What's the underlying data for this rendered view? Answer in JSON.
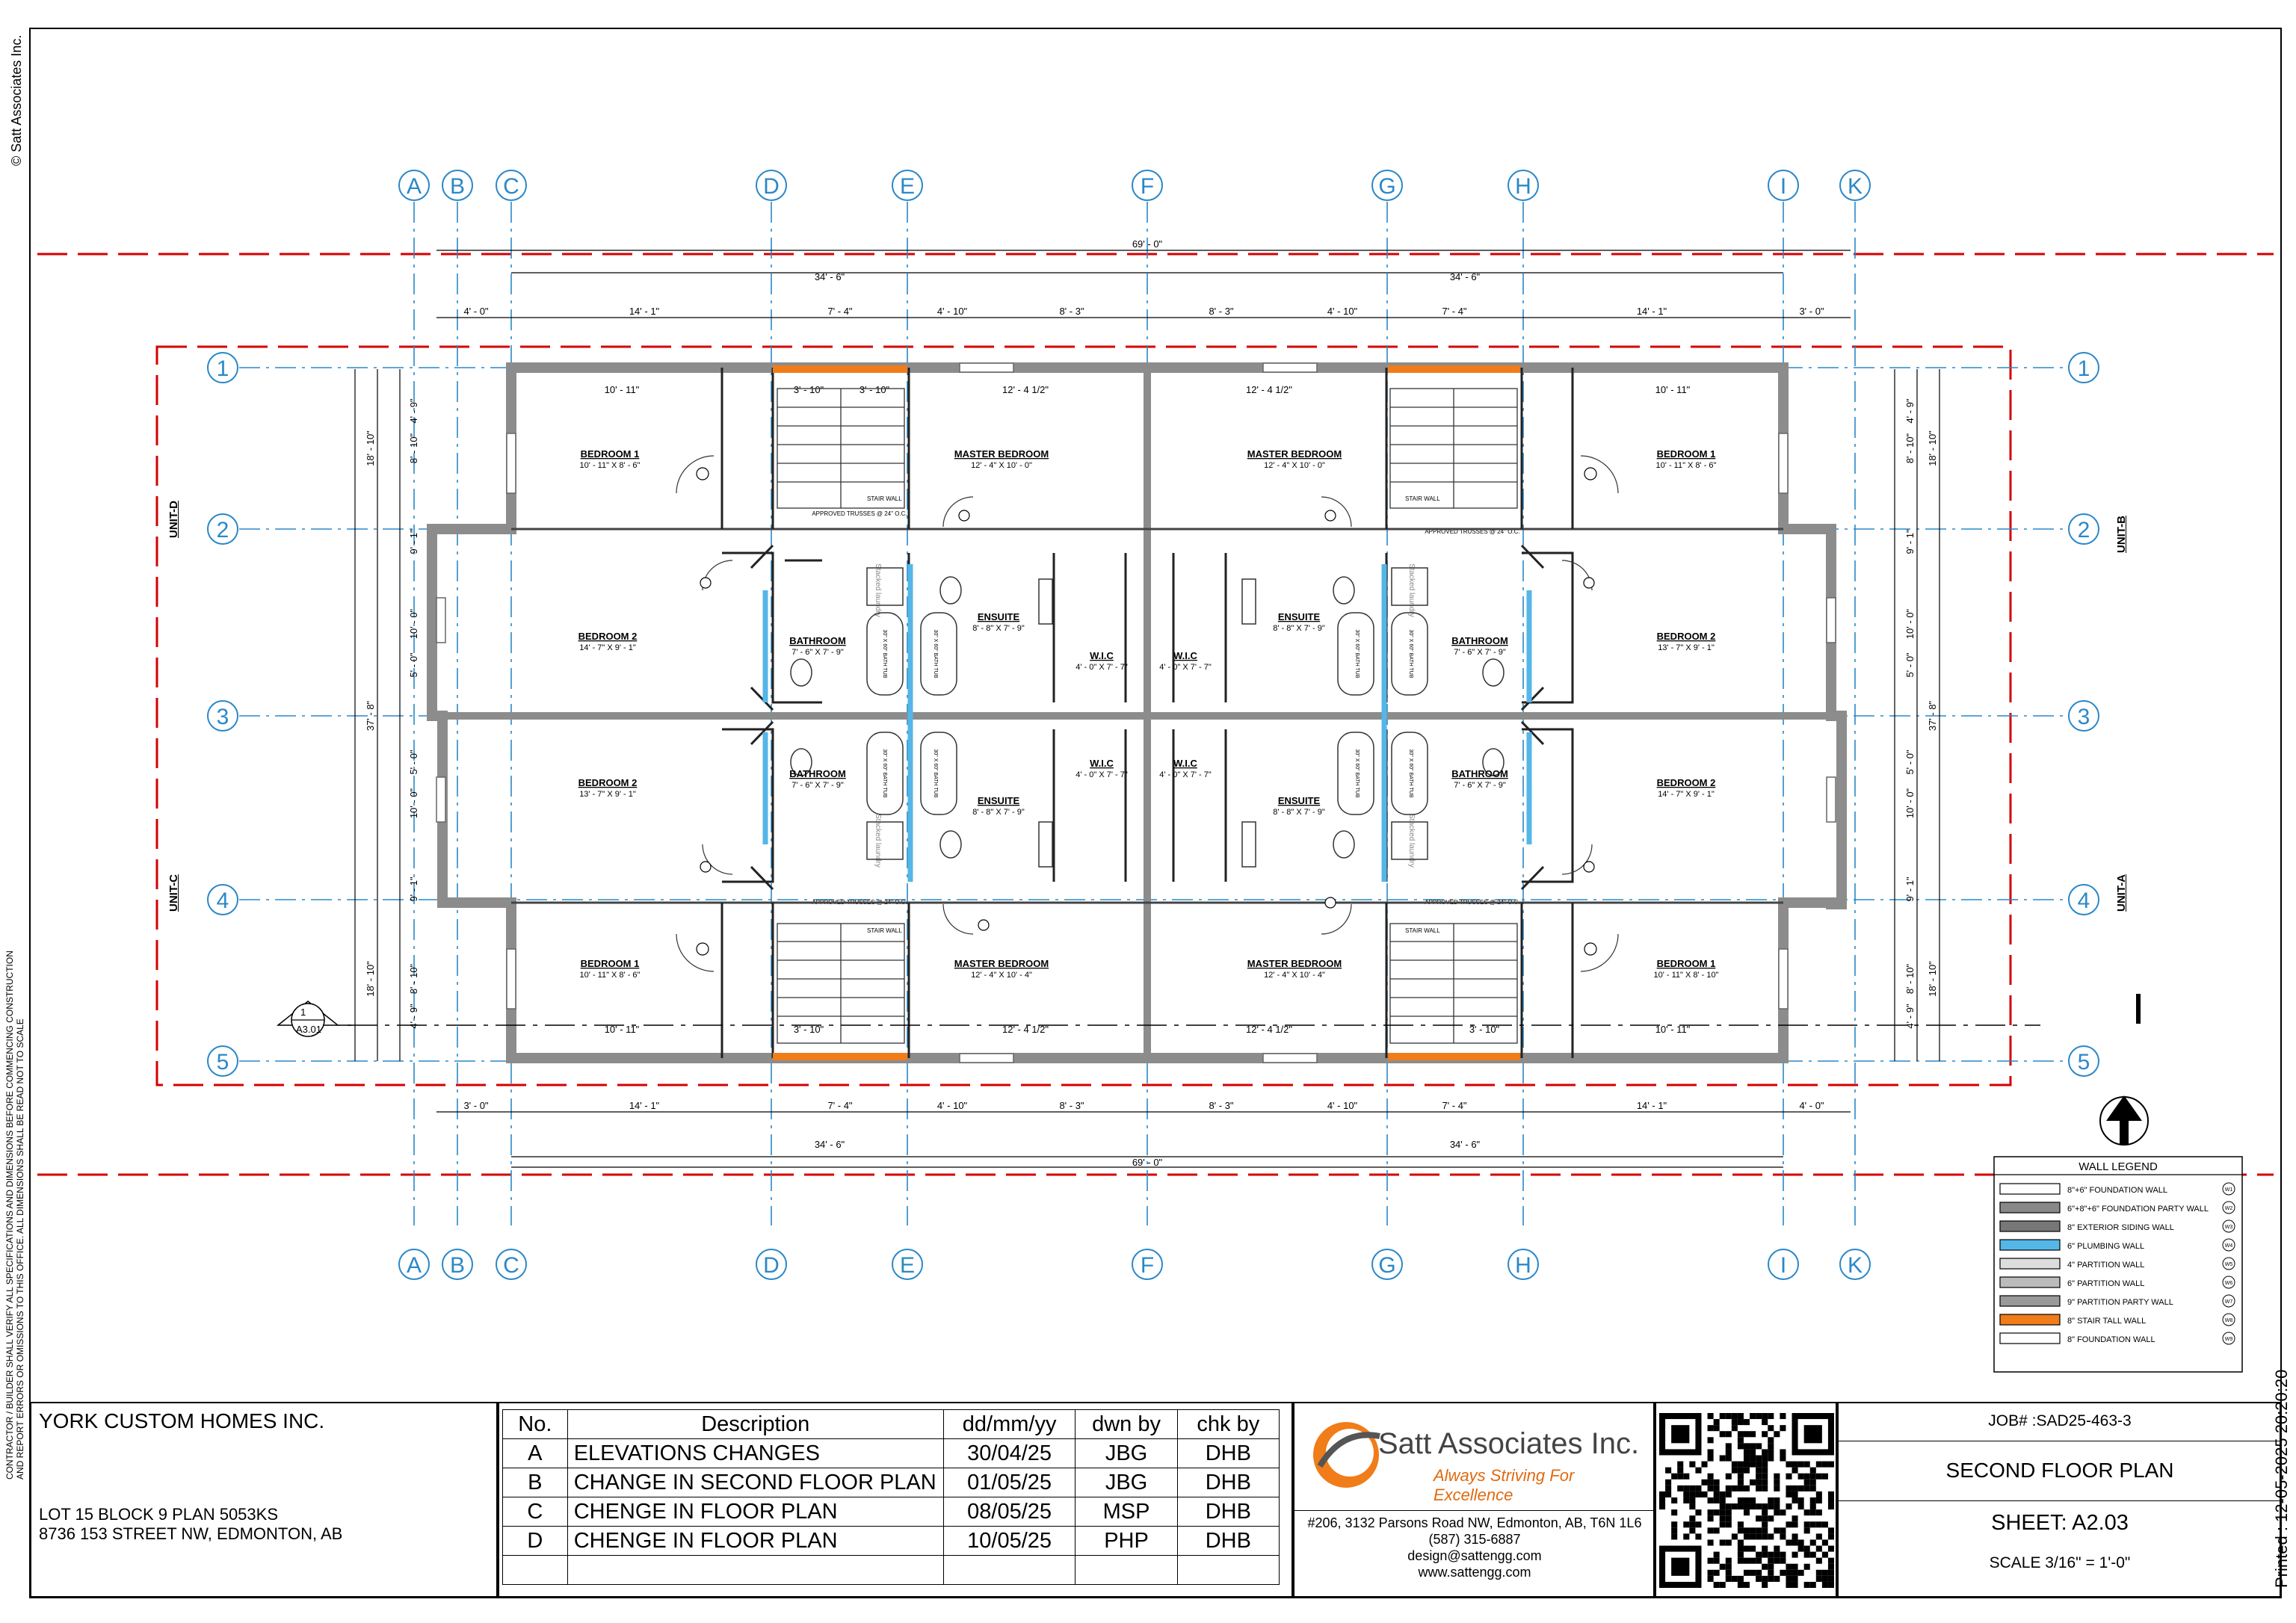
{
  "copyright": "© Satt Associates Inc.",
  "disclaimer": [
    "CONTRACTOR / BUILDER SHALL VERIFY ALL SPECIFICATIONS AND DIMENSIONS BEFORE COMMENCING CONSTRUCTION",
    "AND REPORT ERRORS OR OMISSIONS TO THIS OFFICE. ALL DIMENSIONS SHALL BE READ NOT TO SCALE"
  ],
  "printed": "Printed : 12-05-2025 20:20:20",
  "grid_columns": [
    "A",
    "B",
    "C",
    "D",
    "E",
    "F",
    "G",
    "H",
    "I",
    "K"
  ],
  "grid_rows": [
    "1",
    "2",
    "3",
    "4",
    "5"
  ],
  "overall_dims": {
    "total": "69' - 0\"",
    "half_left": "34' - 6\"",
    "half_right": "34' - 6\""
  },
  "top_dims": [
    "4' - 0\"",
    "14' - 1\"",
    "7' - 4\"",
    "4' - 10\"",
    "8' - 3\"",
    "8' - 3\"",
    "4' - 10\"",
    "7' - 4\"",
    "14' - 1\"",
    "3' - 0\""
  ],
  "bottom_dims": [
    "3' - 0\"",
    "14' - 1\"",
    "7' - 4\"",
    "4' - 10\"",
    "8' - 3\"",
    "8' - 3\"",
    "4' - 10\"",
    "7' - 4\"",
    "14' - 1\"",
    "4' - 0\""
  ],
  "left_dims": [
    "4' - 9\"",
    "8' - 10\"",
    "9' - 1\"",
    "10' - 0\"",
    "5' - 0\"",
    "5' - 0\"",
    "10' - 0\"",
    "9' - 1\"",
    "8' - 10\"",
    "4' - 9\""
  ],
  "side_totals": {
    "a": "18' - 10\"",
    "b": "37' - 8\"",
    "c": "18' - 10\""
  },
  "units": {
    "top_left": "UNIT-D",
    "bottom_left": "UNIT-C",
    "top_right": "UNIT-B",
    "bottom_right": "UNIT-A"
  },
  "section_marker": {
    "num": "1",
    "sheet": "A3.01"
  },
  "rooms": {
    "tl_bed1": {
      "name": "BEDROOM 1",
      "size": "10' - 11\" X 8' - 6\""
    },
    "tl_master": {
      "name": "MASTER BEDROOM",
      "size": "12' - 4\" X 10' - 0\""
    },
    "tr_master": {
      "name": "MASTER BEDROOM",
      "size": "12' - 4\" X 10' - 0\""
    },
    "tr_bed1": {
      "name": "BEDROOM 1",
      "size": "10' - 11\" X 8' - 6\""
    },
    "d_bed2": {
      "name": "BEDROOM 2",
      "size": "14' - 7\" X 9' - 1\""
    },
    "d_bath": {
      "name": "BATHROOM",
      "size": "7' - 6\" X 7' - 9\""
    },
    "d_ensuite": {
      "name": "ENSUITE",
      "size": "8' - 8\" X 7' - 9\""
    },
    "d_wic": {
      "name": "W.I.C",
      "size": "4' - 0\" X 7' - 7\""
    },
    "b_wic": {
      "name": "W.I.C",
      "size": "4' - 0\" X 7' - 7\""
    },
    "b_ensuite": {
      "name": "ENSUITE",
      "size": "8' - 8\" X 7' - 9\""
    },
    "b_bath": {
      "name": "BATHROOM",
      "size": "7' - 6\" X 7' - 9\""
    },
    "b_bed2": {
      "name": "BEDROOM 2",
      "size": "13' - 7\" X 9' - 1\""
    },
    "c_bed2": {
      "name": "BEDROOM 2",
      "size": "13' - 7\" X 9' - 1\""
    },
    "c_bath": {
      "name": "BATHROOM",
      "size": "7' - 6\" X 7' - 9\""
    },
    "c_ensuite": {
      "name": "ENSUITE",
      "size": "8' - 8\" X 7' - 9\""
    },
    "c_wic": {
      "name": "W.I.C",
      "size": "4' - 0\" X 7' - 7\""
    },
    "a_wic": {
      "name": "W.I.C",
      "size": "4' - 0\" X 7' - 7\""
    },
    "a_ensuite": {
      "name": "ENSUITE",
      "size": "8' - 8\" X 7' - 9\""
    },
    "a_bath": {
      "name": "BATHROOM",
      "size": "7' - 6\" X 7' - 9\""
    },
    "a_bed2": {
      "name": "BEDROOM 2",
      "size": "14' - 7\" X 9' - 1\""
    },
    "bl_bed1": {
      "name": "BEDROOM 1",
      "size": "10' - 11\" X 8' - 6\""
    },
    "bl_master": {
      "name": "MASTER BEDROOM",
      "size": "12' - 4\" X 10' - 4\""
    },
    "br_master": {
      "name": "MASTER BEDROOM",
      "size": "12' - 4\" X 10' - 4\""
    },
    "br_bed1": {
      "name": "BEDROOM 1",
      "size": "10' - 11\" X 8' - 10\""
    }
  },
  "room_dims": {
    "tl_bed1_w": "10' - 11\"",
    "tl_master_w": "12' - 4 1/2\"",
    "tr_master_w": "12' - 4 1/2\"",
    "tr_bed1_w": "10' - 11\"",
    "bl_bed1_w": "10' - 11\"",
    "bl_master_w": "12' - 4 1/2\"",
    "br_master_w": "12' - 4 1/2\"",
    "br_bed1_w": "10' - 11\"",
    "stair_w": "3' - 10\"",
    "trusses": "APPROVED TRUSSES @ 24\" O.C.",
    "bath_tub": "30\" X 60\" BATH TUB",
    "laundry": "Stacked laundry",
    "stair_wall": "STAIR WALL"
  },
  "wall_legend": {
    "title": "WALL LEGEND",
    "items": [
      {
        "label": "8\"+6\" FOUNDATION WALL",
        "code": "W1"
      },
      {
        "label": "6\"+8\"+6\" FOUNDATION PARTY WALL",
        "code": "W2"
      },
      {
        "label": "8\" EXTERIOR SIDING WALL",
        "code": "W3"
      },
      {
        "label": "6\" PLUMBING WALL",
        "code": "W4"
      },
      {
        "label": "4\" PARTITION WALL",
        "code": "W5"
      },
      {
        "label": "6\" PARTITION WALL",
        "code": "W6"
      },
      {
        "label": "9\" PARTITION PARTY WALL",
        "code": "W7"
      },
      {
        "label": "8\" STAIR TALL WALL",
        "code": "W8"
      },
      {
        "label": "8\" FOUNDATION WALL",
        "code": "W9"
      }
    ]
  },
  "client": {
    "name": "YORK CUSTOM HOMES INC.",
    "legal": "LOT 15 BLOCK 9 PLAN 5053KS",
    "address": "8736 153 STREET NW, EDMONTON, AB"
  },
  "revisions": {
    "headers": [
      "No.",
      "Description",
      "dd/mm/yy",
      "dwn by",
      "chk by"
    ],
    "rows": [
      [
        "A",
        "ELEVATIONS CHANGES",
        "30/04/25",
        "JBG",
        "DHB"
      ],
      [
        "B",
        "CHANGE IN SECOND FLOOR PLAN",
        "01/05/25",
        "JBG",
        "DHB"
      ],
      [
        "C",
        "CHENGE IN FLOOR PLAN",
        "08/05/25",
        "MSP",
        "DHB"
      ],
      [
        "D",
        "CHENGE IN FLOOR PLAN",
        "10/05/25",
        "PHP",
        "DHB"
      ]
    ]
  },
  "firm": {
    "name": "Satt Associates Inc.",
    "tagline": "Always Striving For Excellence",
    "address": "#206, 3132 Parsons Road NW, Edmonton, AB, T6N 1L6",
    "phone": "(587) 315-6887",
    "email": "design@sattengg.com",
    "web": "www.sattengg.com"
  },
  "sheet_info": {
    "job": "JOB# :SAD25-463-3",
    "title": "SECOND FLOOR PLAN",
    "sheet": "SHEET: A2.03",
    "scale": "SCALE 3/16\" = 1'-0\""
  },
  "colors": {
    "grid": "#2a88c8",
    "property": "#d40000",
    "stair_wall": "#f07c1a",
    "plumbing": "#55b6e8",
    "wall": "#8c8c8c"
  }
}
